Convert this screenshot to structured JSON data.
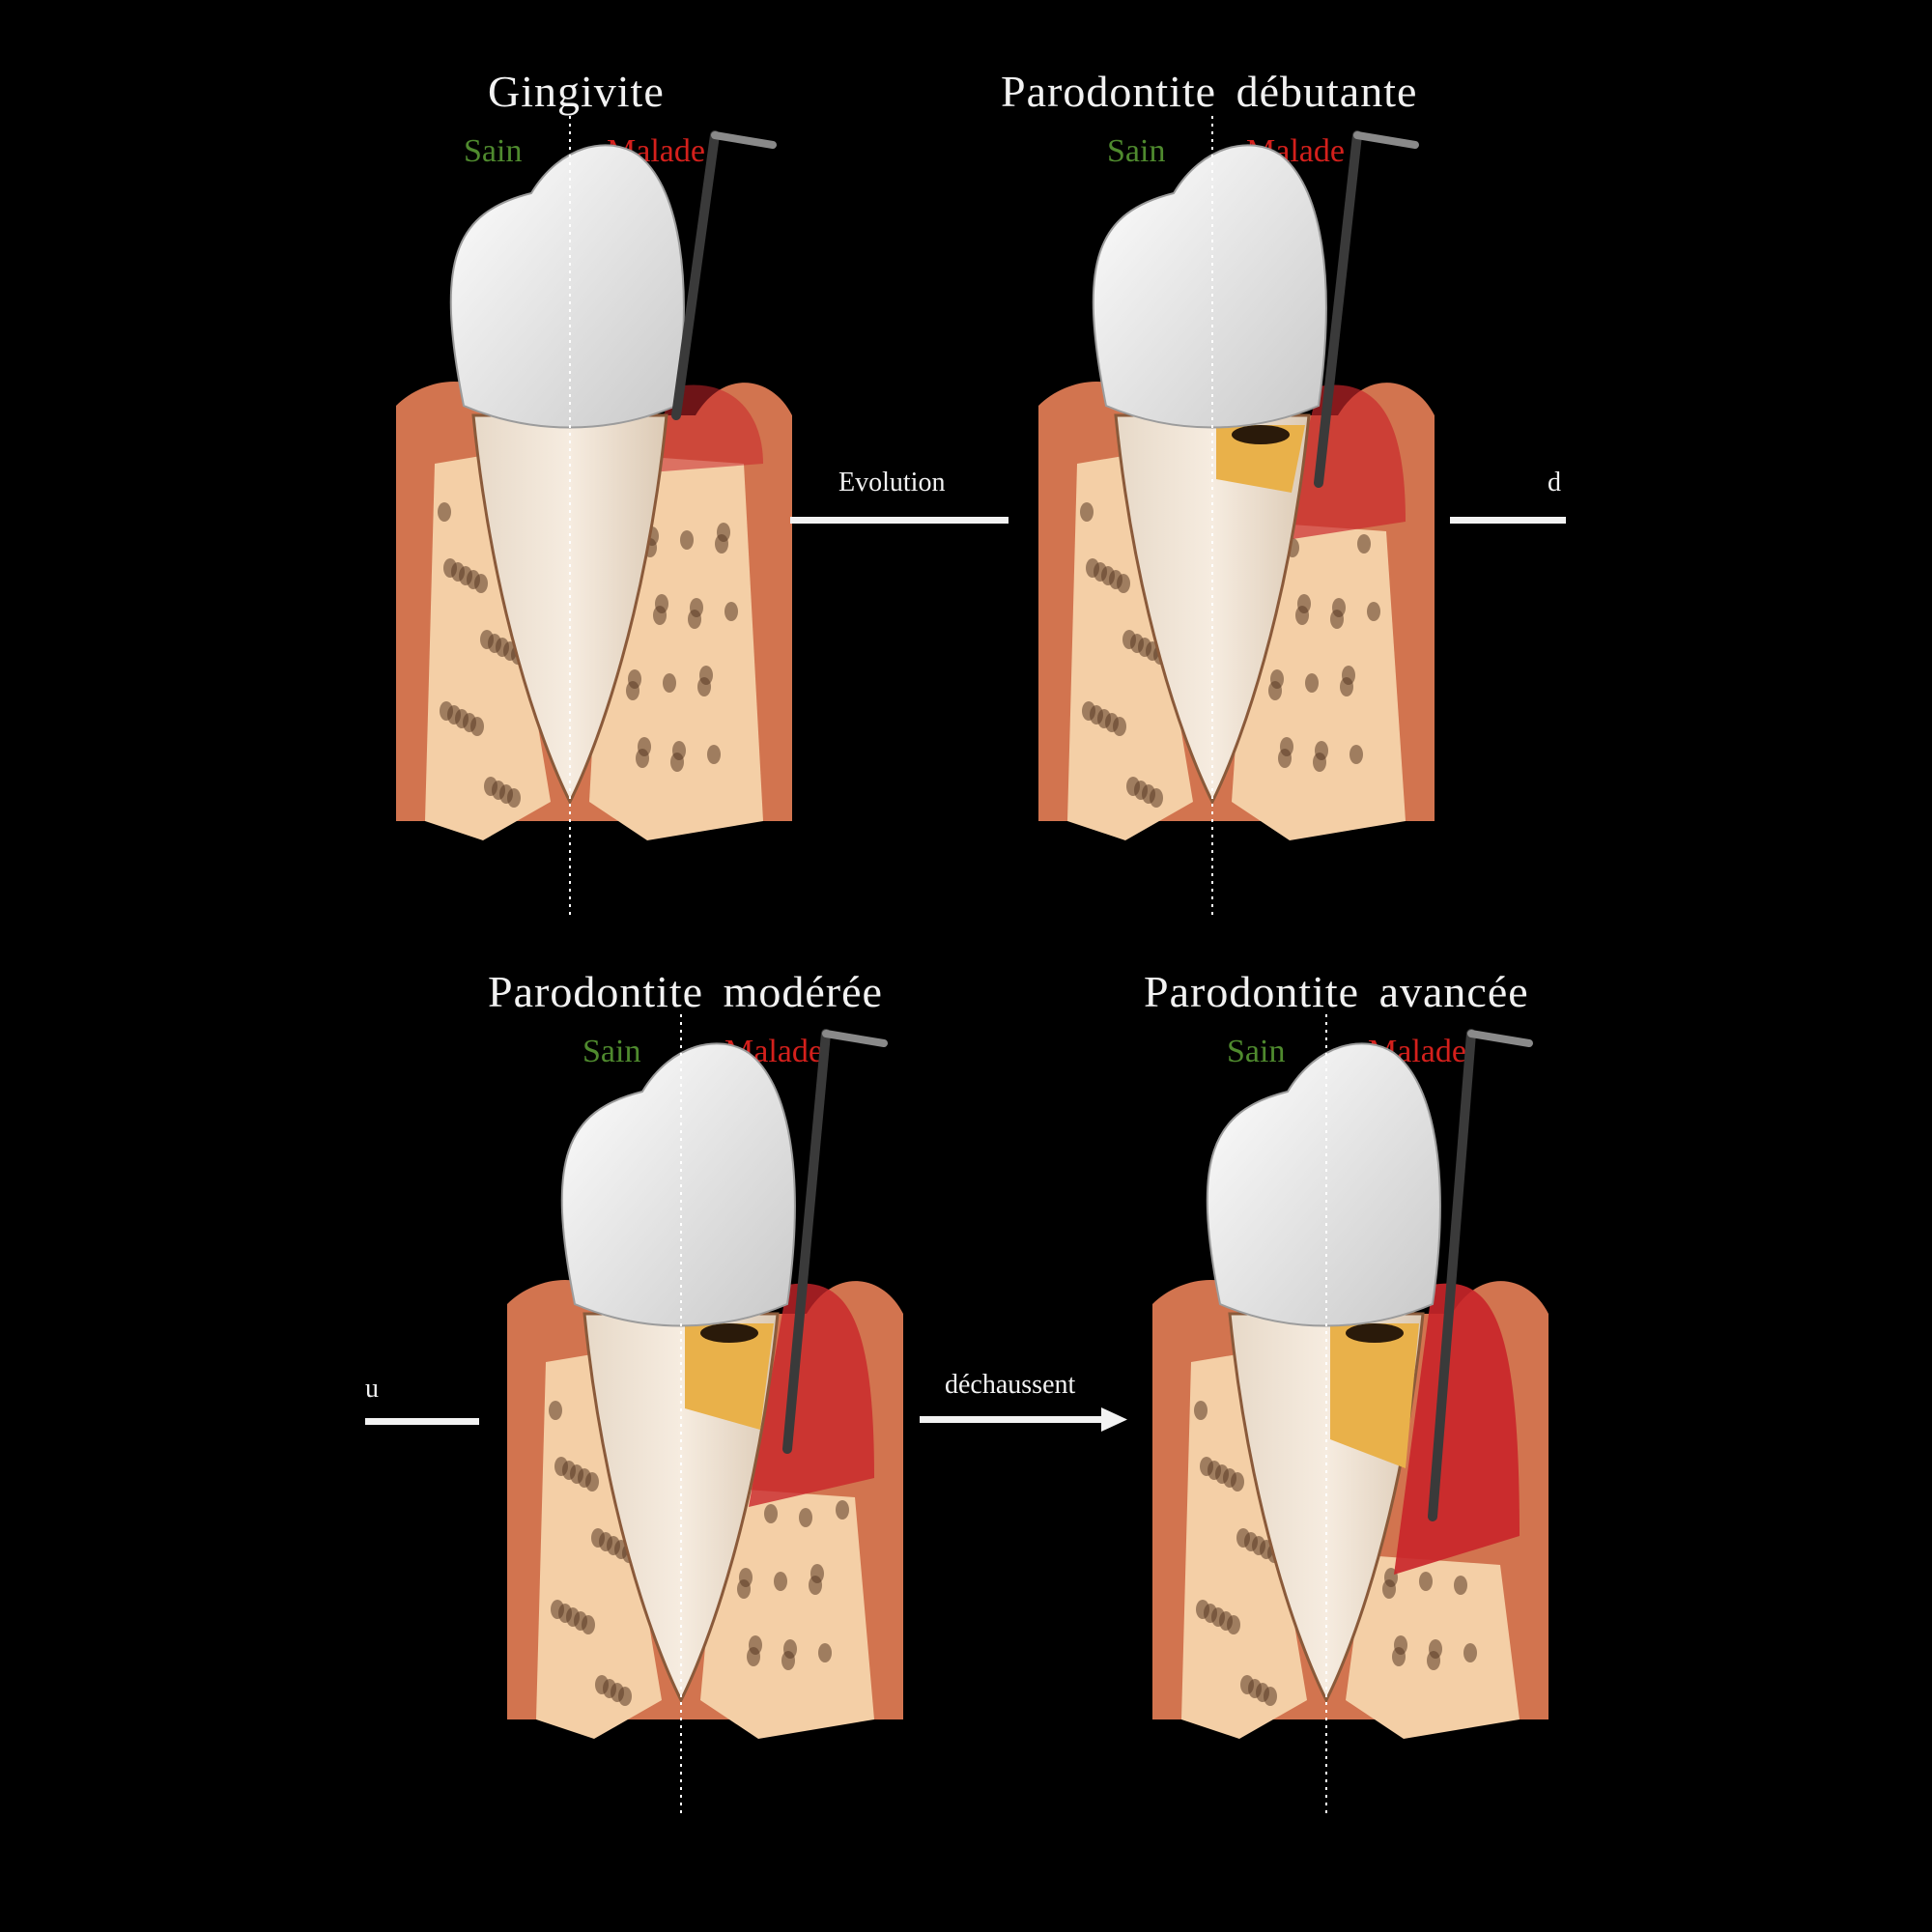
{
  "colors": {
    "background": "#000000",
    "title": "#f2f2f2",
    "sain": "#4f8a2e",
    "malade": "#d4201c",
    "gum_healthy": "#d2744f",
    "gum_inflamed": "#c9252a",
    "bone": "#f4cfa6",
    "tartar": "#e9b14a"
  },
  "panels": [
    {
      "title": "Gingivite",
      "sain": "Sain",
      "malade": "Malade",
      "severity": 0
    },
    {
      "title": "Parodontite débutante",
      "sain": "Sain",
      "malade": "Malade",
      "severity": 1
    },
    {
      "title": "Parodontite modérée",
      "sain": "Sain",
      "malade": "Malade",
      "severity": 2
    },
    {
      "title": "Parodontite avancée",
      "sain": "Sain",
      "malade": "Malade",
      "severity": 3
    }
  ],
  "arrows": [
    {
      "text": "Evolution",
      "arrowhead": false
    },
    {
      "text": "d",
      "arrowhead": false
    },
    {
      "text": "u",
      "arrowhead": false
    },
    {
      "text": "déchaussent",
      "arrowhead": true
    }
  ]
}
